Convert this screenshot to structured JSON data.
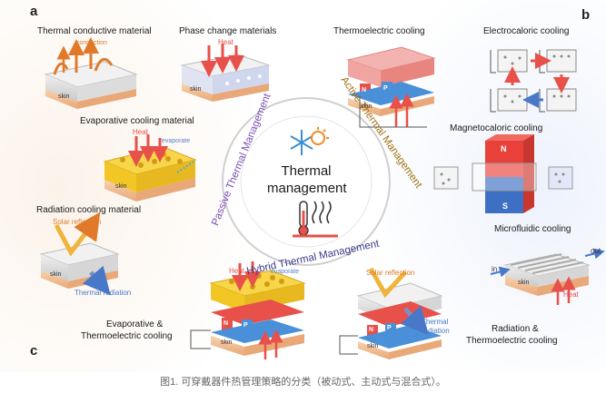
{
  "panels": {
    "a": "a",
    "b": "b",
    "c": "c"
  },
  "center": {
    "line1": "Thermal",
    "line2": "management"
  },
  "ring": {
    "passive": "Passive Thermal Management",
    "active": "Active Thermal Management",
    "hybrid": "Hybrid Thermal Management"
  },
  "passive": {
    "conductive": "Thermal conductive material",
    "phase_change": "Phase change materials",
    "evaporative": "Evaporative cooling material",
    "radiation": "Radiation cooling material"
  },
  "active": {
    "thermoelectric": "Thermoelectric cooling",
    "electrocaloric": "Electrocaloric cooling",
    "magnetocaloric": "Magnetocaloric cooling",
    "microfluidic": "Microfluidic cooling"
  },
  "hybrid": {
    "evap_te_1": "Evaporative &",
    "evap_te_2": "Thermoelectric cooling",
    "rad_te_1": "Radiation &",
    "rad_te_2": "Thermoelectric cooling"
  },
  "small_labels": {
    "conduction": "conduction",
    "heat": "Heat",
    "evaporate": "evaporate",
    "skin": "skin",
    "solar_reflection": "Solar reflection",
    "thermal_radiation": "Thermal radiation",
    "thermal": "Thermal",
    "radiation": "radiation",
    "n": "N",
    "p": "P",
    "s": "S",
    "in": "in",
    "out": "out"
  },
  "caption": "图1. 可穿戴器件热管理策略的分类（被动式、主动式与混合式）。",
  "colors": {
    "ring": "#c8c8c8",
    "center_text": "#222222",
    "hot": "#e8504a",
    "cold": "#4a90d9",
    "skin": "#f2c39b",
    "orange": "#e07a2a",
    "purple": "#7a4fb0"
  }
}
